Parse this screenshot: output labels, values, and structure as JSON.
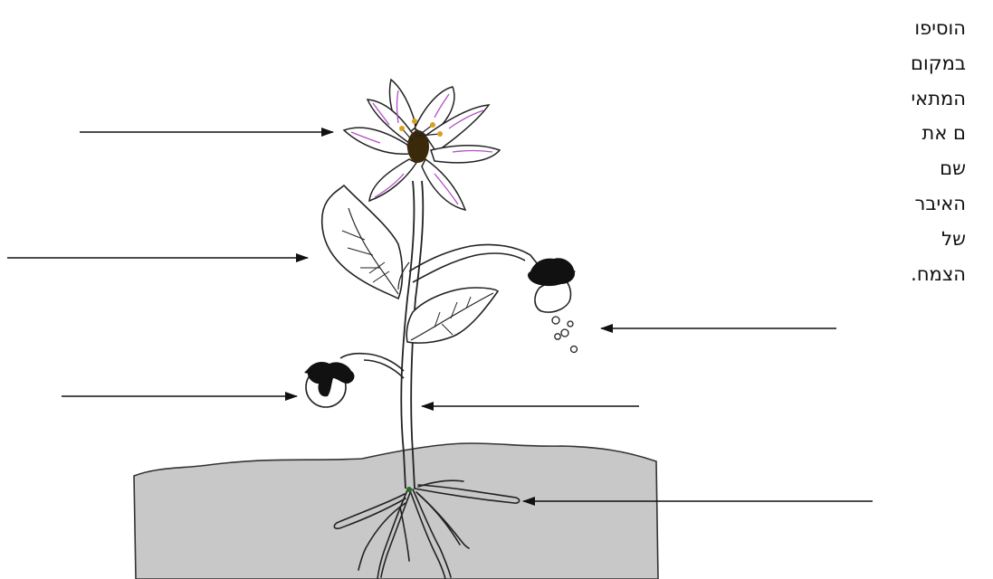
{
  "instruction": {
    "lines": [
      "הוסיפו",
      "במקום",
      "המתאי",
      "ם את",
      "שם",
      "האיבר",
      "של",
      "הצמח."
    ]
  },
  "diagram": {
    "subject": "flowering-plant",
    "labels": [
      {
        "name": "flower-label",
        "text": ""
      },
      {
        "name": "leaf-label",
        "text": ""
      },
      {
        "name": "seed-label",
        "text": ""
      },
      {
        "name": "fruit-label",
        "text": ""
      },
      {
        "name": "stem-label",
        "text": ""
      },
      {
        "name": "root-label",
        "text": ""
      }
    ]
  },
  "colors": {
    "soil": "#c8c8c8",
    "petal_stripe": "#b24fc4",
    "ink": "#111111",
    "pollen": "#d8a020"
  }
}
